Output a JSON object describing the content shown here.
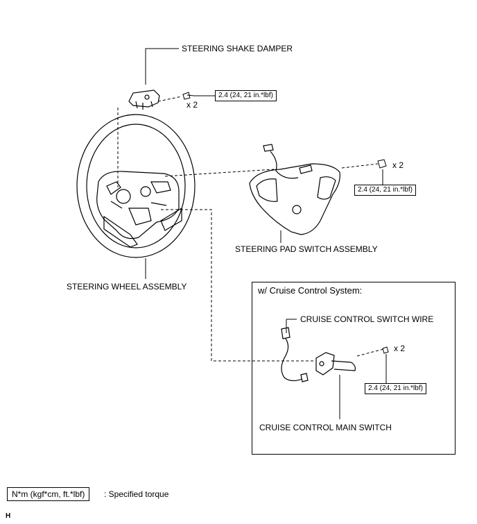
{
  "labels": {
    "shake_damper": "STEERING SHAKE DAMPER",
    "pad_switch": "STEERING PAD SWITCH ASSEMBLY",
    "wheel": "STEERING WHEEL ASSEMBLY",
    "cruise_wire": "CRUISE CONTROL SWITCH WIRE",
    "cruise_main": "CRUISE CONTROL MAIN SWITCH"
  },
  "torque": {
    "damper": "2.4 (24, 21 in.*lbf)",
    "pad": "2.4 (24, 21 in.*lbf)",
    "cruise": "2.4 (24, 21 in.*lbf)"
  },
  "quantities": {
    "damper": "x 2",
    "pad": "x 2",
    "cruise": "x 2"
  },
  "inset": {
    "title": "w/ Cruise Control System:"
  },
  "legend": {
    "unit": "N*m (kgf*cm, ft.*lbf)",
    "meaning": ": Specified torque"
  },
  "figure_code": "H"
}
